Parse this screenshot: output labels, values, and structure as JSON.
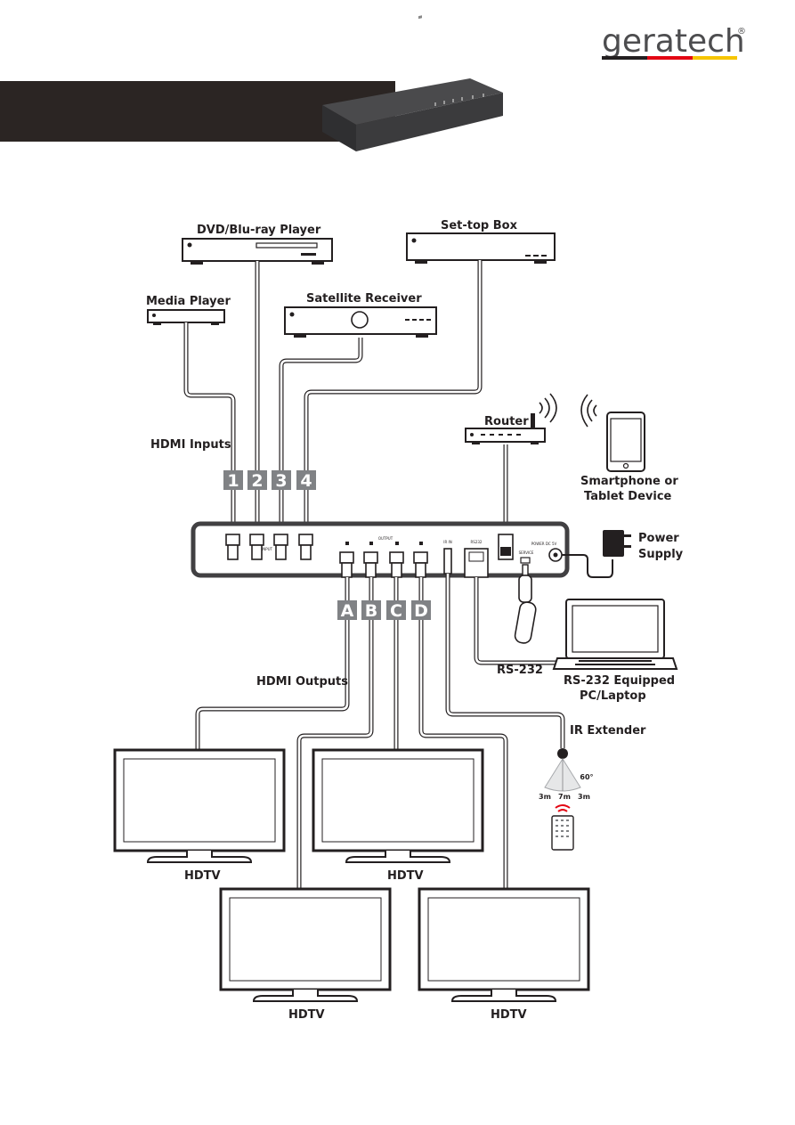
{
  "brand": {
    "name": "geratech",
    "registered": "®",
    "colors": [
      "#231f20",
      "#e30613",
      "#f6c500"
    ]
  },
  "header_band_color": "#2b2523",
  "sources": {
    "dvd": "DVD/Blu-ray Player",
    "settop": "Set-top Box",
    "media": "Media Player",
    "satellite": "Satellite Receiver"
  },
  "labels": {
    "hdmi_inputs": "HDMI Inputs",
    "hdmi_outputs": "HDMI Outputs",
    "router": "Router",
    "smartphone_line1": "Smartphone or",
    "smartphone_line2": "Tablet Device",
    "power_line1": "Power",
    "power_line2": "Supply",
    "rs232": "RS-232",
    "pc_line1": "RS-232 Equipped",
    "pc_line2": "PC/Laptop",
    "ir_extender": "IR Extender",
    "ir_angle": "60°",
    "ir_left": "3m",
    "ir_center": "7m",
    "ir_right": "3m"
  },
  "inputs": [
    "1",
    "2",
    "3",
    "4"
  ],
  "outputs": [
    "A",
    "B",
    "C",
    "D"
  ],
  "panel": {
    "input": "INPUT",
    "output": "OUTPUT",
    "ir_in": "IR IN",
    "rs232": "RS232",
    "service": "SERVICE",
    "power": "POWER DC 5V"
  },
  "displays": [
    "HDTV",
    "HDTV",
    "HDTV",
    "HDTV"
  ]
}
